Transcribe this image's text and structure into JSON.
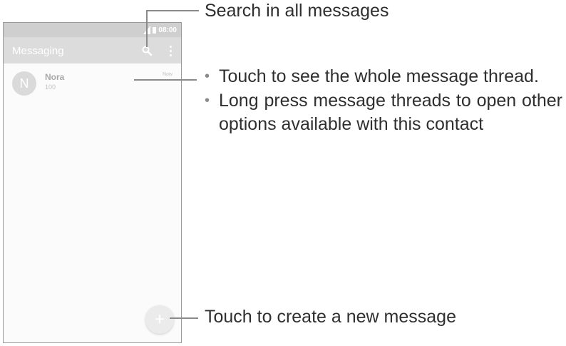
{
  "status_bar": {
    "time": "08:00"
  },
  "app_bar": {
    "title": "Messaging",
    "search_icon": "search-icon",
    "more_icon": "more-vert-icon"
  },
  "thread": {
    "avatar_initial": "N",
    "contact": "Nora",
    "preview": "100",
    "time": "Now"
  },
  "fab": {
    "icon": "plus-icon",
    "glyph": "+"
  },
  "callouts": {
    "search": "Search in all messages",
    "thread_bullets": [
      "Touch to see the whole message thread.",
      "Long press message threads to open other options available with this contact"
    ],
    "new_message": "Touch to create a new message"
  },
  "colors": {
    "status_bar": "#cfcfcf",
    "app_bar": "#dcdcdc",
    "leader_line": "#8a8a8a"
  }
}
